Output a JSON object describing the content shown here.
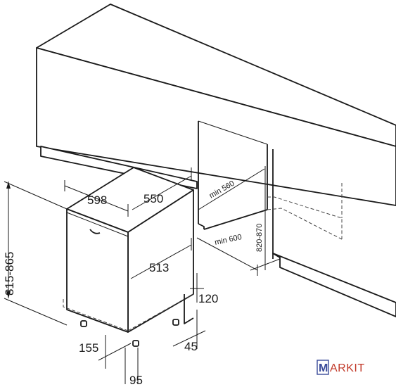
{
  "dimensions": {
    "height_range": "815-865",
    "width": "598",
    "depth": "550",
    "door_depth": "513",
    "niche_width": "min 560",
    "niche_depth": "min 600",
    "niche_height": "820-870",
    "toe_kick": "120",
    "plinth_offset": "45",
    "foot_setback": "155",
    "foot_offset": "95"
  },
  "logo": {
    "initial": "M",
    "rest": "ARKIT"
  },
  "colors": {
    "line": "#1a1a1a",
    "logo_blue": "#3a4b9a",
    "logo_red": "#c23a2a"
  }
}
